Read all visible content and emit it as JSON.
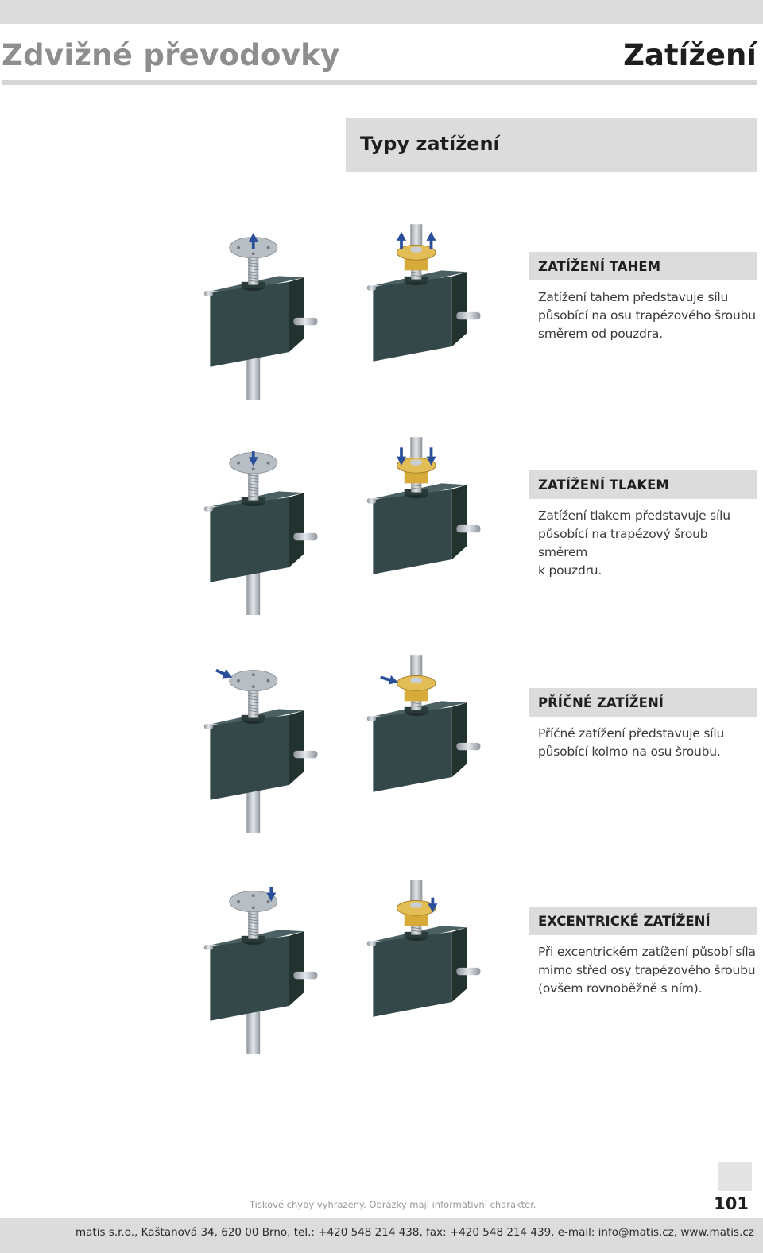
{
  "header": {
    "title_left": "Zdvižné převodovky",
    "title_right": "Zatížení"
  },
  "section": {
    "heading": "Typy zatížení"
  },
  "blocks": [
    {
      "title": "ZATÍŽENÍ TAHEM",
      "lines": [
        "Zatížení tahem představuje sílu",
        "působící na osu trapézového šroubu",
        "směrem od pouzdra."
      ]
    },
    {
      "title": "ZATÍŽENÍ TLAKEM",
      "lines": [
        "Zatížení tlakem představuje sílu",
        "působící na trapézový šroub směrem",
        "k pouzdru."
      ]
    },
    {
      "title": "PŘÍČNÉ ZATÍŽENÍ",
      "lines": [
        "Příčné zatížení představuje sílu",
        "působící kolmo na osu šroubu."
      ]
    },
    {
      "title": "EXCENTRICKÉ ZATÍŽENÍ",
      "lines": [
        "Při excentrickém zatížení působí síla",
        "mimo střed osy trapézového šroubu",
        "(ovšem rovnoběžně s ním)."
      ]
    }
  ],
  "footer": {
    "disclaimer": "Tiskové chyby vyhrazeny. Obrázky mají informativní charakter.",
    "page_number": "101",
    "contact": "matis s.r.o., Kaštanová 34, 620 00 Brno, tel.: +420 548 214 438, fax: +420 548 214 439, e-mail: info@matis.cz, www.matis.cz"
  },
  "colors": {
    "housing": "#34484a",
    "arrow": "#2a4f9a",
    "brass": "#d8aa3a",
    "steel": "#bfc5cc",
    "panel": "#dcdcdc"
  }
}
